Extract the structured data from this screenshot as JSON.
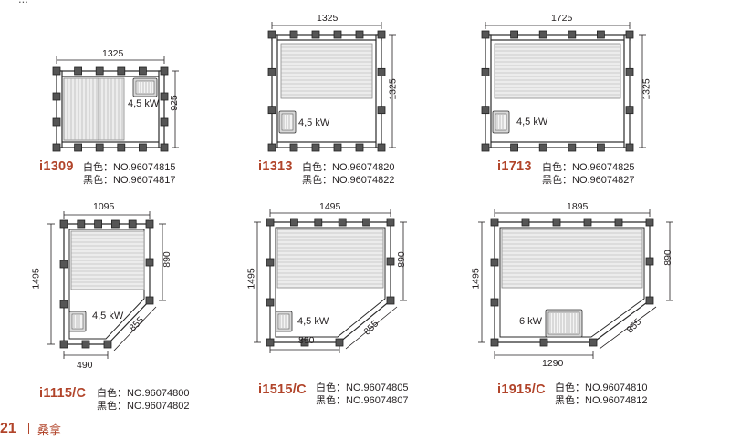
{
  "top_text": "...",
  "footer": {
    "page": "21",
    "label": "桑拿"
  },
  "models": [
    {
      "id": "i1309",
      "white_label": "白色：",
      "white_no": "NO.96074815",
      "black_label": "黑色：",
      "black_no": "NO.96074817",
      "dims": {
        "width": "1325",
        "height": "925"
      },
      "power": "4,5 kW"
    },
    {
      "id": "i1313",
      "white_label": "白色：",
      "white_no": "NO.96074820",
      "black_label": "黑色：",
      "black_no": "NO.96074822",
      "dims": {
        "width": "1325",
        "height": "1325"
      },
      "power": "4,5 kW"
    },
    {
      "id": "i1713",
      "white_label": "白色：",
      "white_no": "NO.96074825",
      "black_label": "黑色：",
      "black_no": "NO.96074827",
      "dims": {
        "width": "1725",
        "height": "1325"
      },
      "power": "4,5 kW"
    },
    {
      "id": "i1115/C",
      "white_label": "白色：",
      "white_no": "NO.96074800",
      "black_label": "黑色：",
      "black_no": "NO.96074802",
      "dims": {
        "width": "1095",
        "height": "1495",
        "side": "890",
        "diag": "855",
        "bottom": "490"
      },
      "power": "4,5 kW"
    },
    {
      "id": "i1515/C",
      "white_label": "白色：",
      "white_no": "NO.96074805",
      "black_label": "黑色：",
      "black_no": "NO.96074807",
      "dims": {
        "width": "1495",
        "height": "1495",
        "side": "890",
        "diag": "855",
        "bottom": "890"
      },
      "power": "4,5 kW"
    },
    {
      "id": "i1915/C",
      "white_label": "白色：",
      "white_no": "NO.96074810",
      "black_label": "黑色：",
      "black_no": "NO.96074812",
      "dims": {
        "width": "1895",
        "height": "1495",
        "side": "890",
        "diag": "855",
        "bottom": "1290"
      },
      "power": "6 kW"
    }
  ]
}
